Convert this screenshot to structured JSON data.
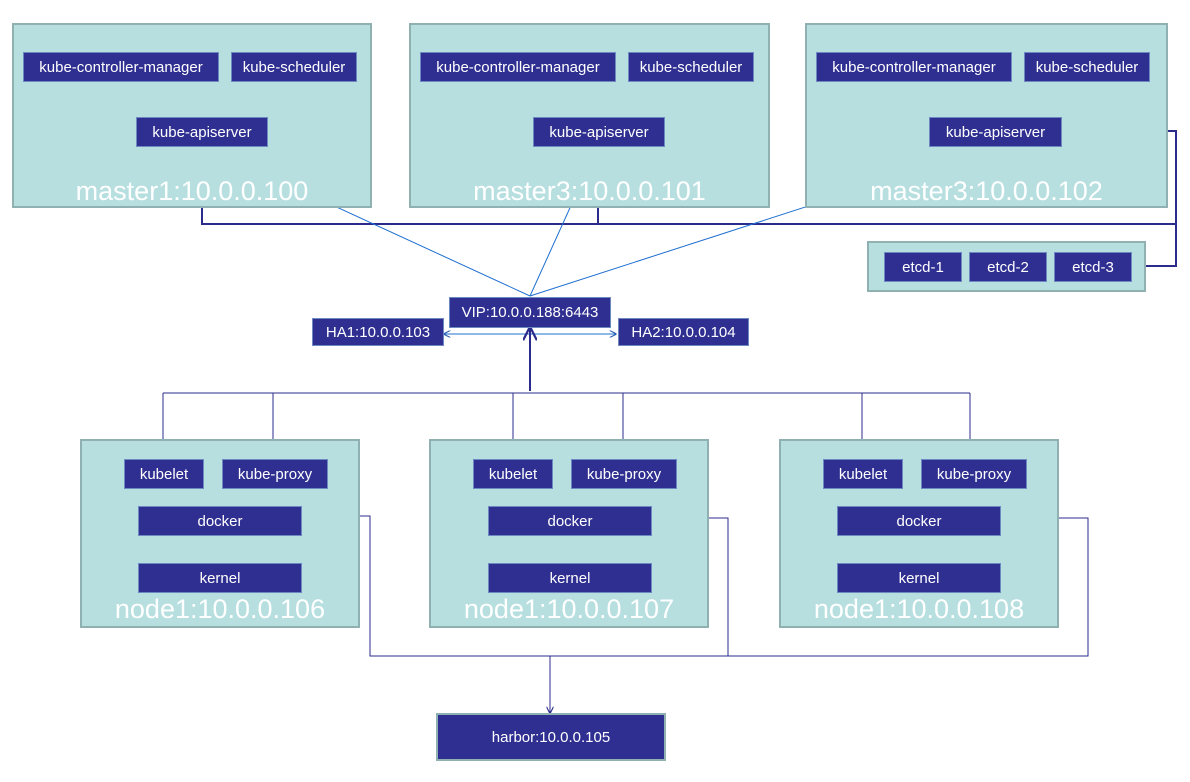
{
  "masters": [
    {
      "label": "master1:10.0.0.100",
      "controller": "kube-controller-manager",
      "scheduler": "kube-scheduler",
      "apiserver": "kube-apiserver"
    },
    {
      "label": "master3:10.0.0.101",
      "controller": "kube-controller-manager",
      "scheduler": "kube-scheduler",
      "apiserver": "kube-apiserver"
    },
    {
      "label": "master3:10.0.0.102",
      "controller": "kube-controller-manager",
      "scheduler": "kube-scheduler",
      "apiserver": "kube-apiserver"
    }
  ],
  "etcd": [
    "etcd-1",
    "etcd-2",
    "etcd-3"
  ],
  "vip": "VIP:10.0.0.188:6443",
  "ha1": "HA1:10.0.0.103",
  "ha2": "HA2:10.0.0.104",
  "nodes": [
    {
      "label": "node1:10.0.0.106",
      "kubelet": "kubelet",
      "proxy": "kube-proxy",
      "docker": "docker",
      "kernel": "kernel"
    },
    {
      "label": "node1:10.0.0.107",
      "kubelet": "kubelet",
      "proxy": "kube-proxy",
      "docker": "docker",
      "kernel": "kernel"
    },
    {
      "label": "node1:10.0.0.108",
      "kubelet": "kubelet",
      "proxy": "kube-proxy",
      "docker": "docker",
      "kernel": "kernel"
    }
  ],
  "harbor": "harbor:10.0.0.105",
  "colors": {
    "panel": "#b7dfe0",
    "box": "#2f2f91",
    "thin_line": "#1f6fd0",
    "thick_line": "#2b2b8c"
  }
}
